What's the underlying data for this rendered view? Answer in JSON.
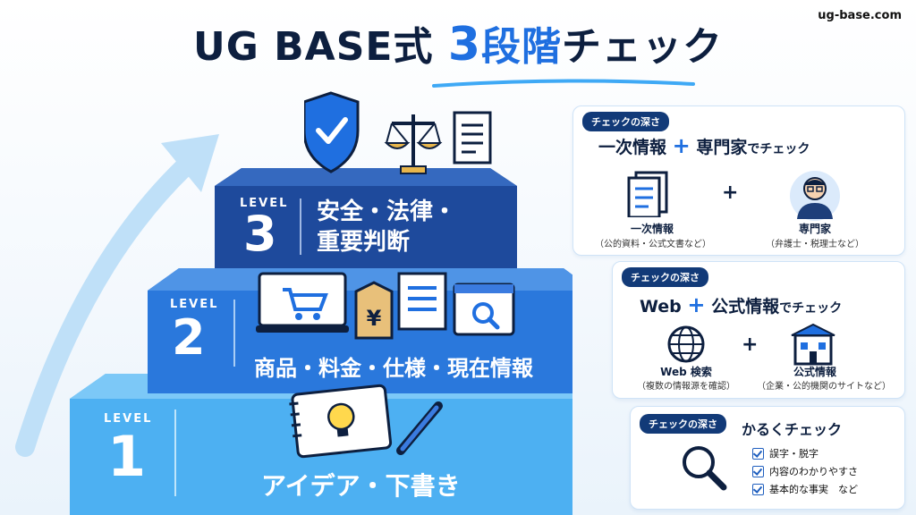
{
  "site": "ug-base.com",
  "title": {
    "prefix": "UG BASE式",
    "number": "3",
    "suffix_blue": "段階",
    "suffix": "チェック"
  },
  "levels": [
    {
      "small": "LEVEL",
      "num": "3",
      "line1": "安全・法律・",
      "line2": "重要判断",
      "icons": [
        "shield-check-icon",
        "scales-icon",
        "document-icon"
      ]
    },
    {
      "small": "LEVEL",
      "num": "2",
      "text": "商品・料金・仕様・現在情報",
      "icons": [
        "laptop-cart-icon",
        "price-tag-yen-icon",
        "document-icon",
        "search-window-icon"
      ]
    },
    {
      "small": "LEVEL",
      "num": "1",
      "text": "アイデア・下書き",
      "icons": [
        "notebook-lightbulb-icon",
        "pen-icon"
      ]
    }
  ],
  "panels": [
    {
      "tag": "チェックの深さ",
      "heading_a": "一次情報",
      "heading_b": "専門家",
      "heading_c": "でチェック",
      "item1": {
        "label": "一次情報",
        "sub": "（公的資料・公式文書など）",
        "icon": "documents-icon"
      },
      "item2": {
        "label": "専門家",
        "sub": "（弁護士・税理士など）",
        "icon": "expert-person-icon"
      }
    },
    {
      "tag": "チェックの深さ",
      "heading_a": "Web",
      "heading_b": "公式情報",
      "heading_c": "でチェック",
      "item1": {
        "label": "Web 検索",
        "sub": "（複数の情報源を確認）",
        "icon": "globe-icon"
      },
      "item2": {
        "label": "公式情報",
        "sub": "（企業・公的機関のサイトなど）",
        "icon": "building-icon"
      }
    },
    {
      "tag": "チェックの深さ",
      "heading": "かるくチェック",
      "checks": [
        "誤字・脱字",
        "内容のわかりやすさ",
        "基本的な事実　など"
      ],
      "icon": "magnifier-icon"
    }
  ],
  "plus": "+",
  "colors": {
    "navy": "#0d1f3f",
    "accent": "#1f6fe0",
    "tier3": "#1e4a9c",
    "tier2": "#2a78dc",
    "tier1": "#4db0f2"
  }
}
